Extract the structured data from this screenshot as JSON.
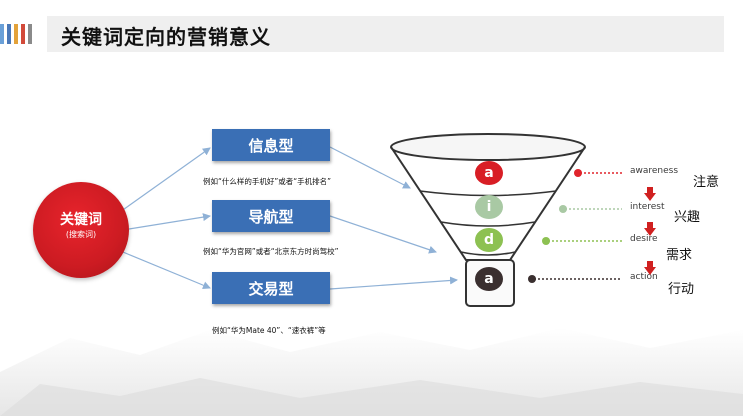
{
  "header": {
    "title": "关键词定向的营销意义"
  },
  "keyword": {
    "main": "关键词",
    "sub": "(搜索词)"
  },
  "types": [
    {
      "label": "信息型",
      "example": "例如“什么样的手机好”或者“手机排名”"
    },
    {
      "label": "导航型",
      "example": "例如“华为官网”或者“北京东方时尚驾校”"
    },
    {
      "label": "交易型",
      "example": "例如“华为Mate 40”、“速衣裤”等"
    }
  ],
  "funnel": [
    {
      "letter": "a",
      "english": "awareness",
      "chinese": "注意",
      "color": "#d81e25",
      "dot": "#e0242c"
    },
    {
      "letter": "i",
      "english": "interest",
      "chinese": "兴趣",
      "color": "#a9c9a4",
      "dot": "#a9c9a4"
    },
    {
      "letter": "d",
      "english": "desire",
      "chinese": "需求",
      "color": "#8dc152",
      "dot": "#8dc152"
    },
    {
      "letter": "a",
      "english": "action",
      "chinese": "行动",
      "color": "#3a2f2f",
      "dot": "#3a2f2f"
    }
  ],
  "colors": {
    "box": "#3a6fb5",
    "connector": "#8fb1d6",
    "arrow_red": "#d02020"
  },
  "icons": [
    "logo-bars-icon",
    "down-arrow-icon"
  ]
}
